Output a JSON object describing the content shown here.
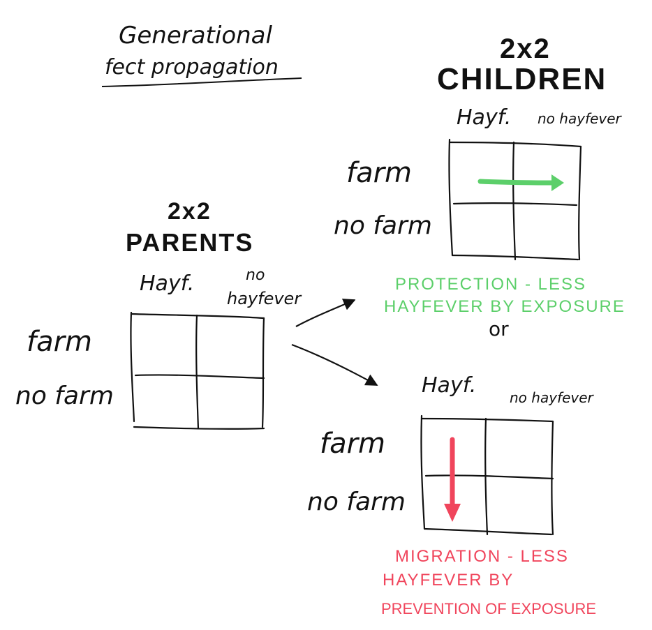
{
  "title": {
    "line1": "Generational",
    "line2": "fect propagation"
  },
  "parents": {
    "header_line1": "2x2",
    "header_line2": "PARENTS",
    "col1": "Hayf.",
    "col2_line1": "no",
    "col2_line2": "hayfever",
    "row1": "farm",
    "row2": "no farm"
  },
  "children": {
    "header_line1": "2x2",
    "header_line2": "CHILDREN",
    "col1": "Hayf.",
    "col2": "no hayfever",
    "row1": "farm",
    "row2": "no farm",
    "note_line1": "PROTECTION - LESS",
    "note_line2": "HAYFEVER BY EXPOSURE"
  },
  "connector": "or",
  "migration": {
    "col1": "Hayf.",
    "col2": "no hayfever",
    "row1": "farm",
    "row2": "no farm",
    "note_line1": "MIGRATION - LESS",
    "note_line2": "HAYFEVER BY",
    "note_line3": "PREVENTION OF EXPOSURE"
  },
  "colors": {
    "ink": "#111111",
    "protection_green": "#5ccf6a",
    "migration_red": "#f0455c"
  }
}
